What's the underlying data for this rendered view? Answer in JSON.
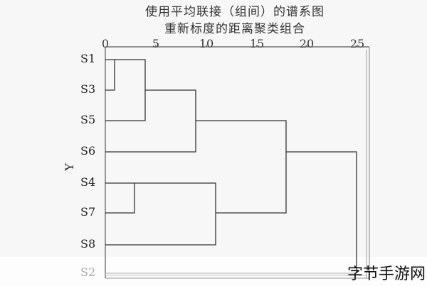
{
  "header": {
    "title_line1": "使用平均联接（组间）的谱系图",
    "title_line2": "重新标度的距离聚类组合"
  },
  "watermark": "字节手游网",
  "chart_data": {
    "type": "dendrogram",
    "title": "使用平均联接（组间）的谱系图 重新标度的距离聚类组合",
    "xlabel": "",
    "ylabel": "Y",
    "xlim": [
      0,
      25
    ],
    "x_ticks": [
      "0",
      "5",
      "10",
      "15",
      "20",
      "25"
    ],
    "leaves": [
      "S1",
      "S3",
      "S5",
      "S6",
      "S4",
      "S7",
      "S8",
      "S2"
    ],
    "merges": [
      {
        "clusters": [
          "S1",
          "S3"
        ],
        "distance": 1
      },
      {
        "clusters": [
          "S1,S3",
          "S5"
        ],
        "distance": 4
      },
      {
        "clusters": [
          "S1,S3,S5",
          "S6"
        ],
        "distance": 9
      },
      {
        "clusters": [
          "S4",
          "S7"
        ],
        "distance": 3
      },
      {
        "clusters": [
          "S4,S7",
          "S8"
        ],
        "distance": 11
      },
      {
        "clusters": [
          "S1,S3,S5,S6",
          "S4,S7,S8"
        ],
        "distance": 18
      },
      {
        "clusters": [
          "S1,S3,S5,S6,S4,S7,S8",
          "S2"
        ],
        "distance": 25
      }
    ],
    "grid": false,
    "line_color": "#333333"
  }
}
